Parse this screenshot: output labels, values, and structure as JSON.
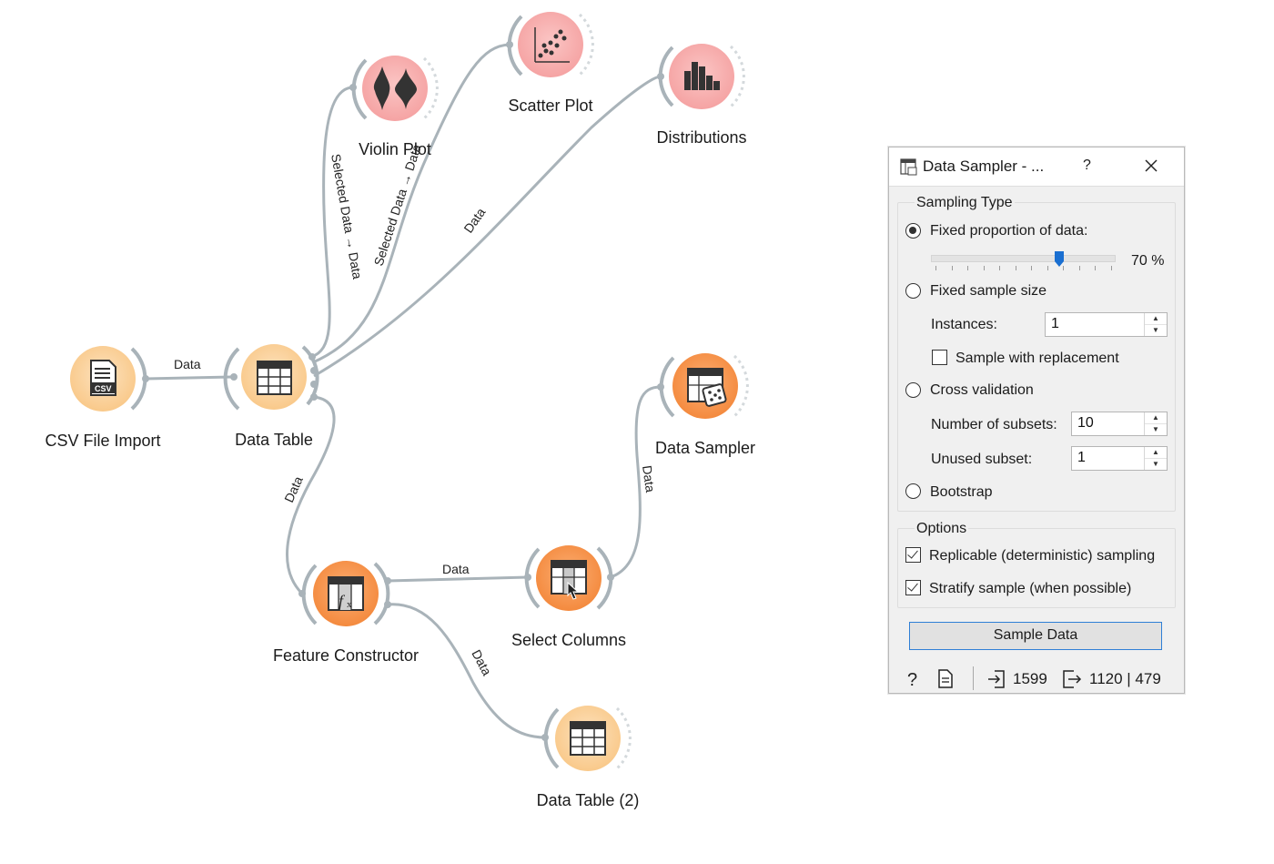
{
  "workflow": {
    "nodes": {
      "csv_import": {
        "label": "CSV File Import",
        "icon": "csv-file-icon"
      },
      "data_table": {
        "label": "Data Table",
        "icon": "table-icon"
      },
      "violin_plot": {
        "label": "Violin Plot",
        "icon": "violin-icon"
      },
      "scatter_plot": {
        "label": "Scatter Plot",
        "icon": "scatter-icon"
      },
      "distributions": {
        "label": "Distributions",
        "icon": "histogram-icon"
      },
      "feature_constructor": {
        "label": "Feature Constructor",
        "icon": "formula-table-icon"
      },
      "select_columns": {
        "label": "Select Columns",
        "icon": "select-columns-icon"
      },
      "data_sampler": {
        "label": "Data Sampler",
        "icon": "dice-table-icon"
      },
      "data_table_2": {
        "label": "Data Table (2)",
        "icon": "table-icon"
      }
    },
    "links": {
      "csv_to_table": "Data",
      "table_to_violin": "Selected Data → Data",
      "table_to_scatter": "Selected Data → Data",
      "table_to_distributions": "Data",
      "table_to_feature": "Data",
      "feature_to_select": "Data",
      "feature_to_table2": "Data",
      "select_to_sampler": "Data"
    },
    "colors": {
      "data_node": "#fcd7a9",
      "visualize_node": "#f9b7b6",
      "transform_node": "#fb9c52",
      "link": "#a8b2b8"
    }
  },
  "dialog": {
    "title": "Data Sampler - ...",
    "help_button": "?",
    "close_icon": "close-icon",
    "sampling_type": {
      "heading": "Sampling Type",
      "fixed_proportion_label": "Fixed proportion of data:",
      "proportion_percent": 70,
      "proportion_text": "70 %",
      "fixed_size_label": "Fixed sample size",
      "instances_label": "Instances:",
      "instances_value": "1",
      "replacement_label": "Sample with replacement",
      "cross_validation_label": "Cross validation",
      "subsets_label": "Number of subsets:",
      "subsets_value": "10",
      "unused_label": "Unused subset:",
      "unused_value": "1",
      "bootstrap_label": "Bootstrap",
      "selected": "fixed_proportion"
    },
    "options": {
      "heading": "Options",
      "replicable_label": "Replicable (deterministic) sampling",
      "replicable_checked": true,
      "stratify_label": "Stratify sample (when possible)",
      "stratify_checked": true
    },
    "sample_button": "Sample Data",
    "status": {
      "input_count": "1599",
      "output_count": "1120 | 479"
    }
  }
}
